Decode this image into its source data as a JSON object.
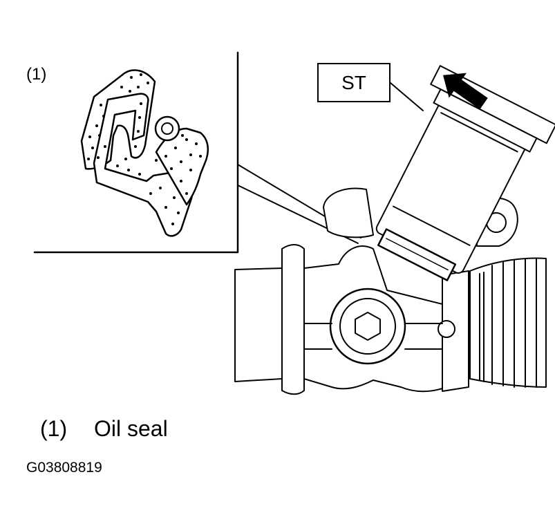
{
  "inset": {
    "label": "(1)"
  },
  "tool": {
    "label": "ST"
  },
  "legend": [
    {
      "number": "(1)",
      "text": "Oil seal"
    }
  ],
  "figure_id": "G03808819",
  "colors": {
    "line": "#000000",
    "background": "#ffffff"
  },
  "icons": {
    "press_arrow": "arrow-down-left-icon"
  }
}
